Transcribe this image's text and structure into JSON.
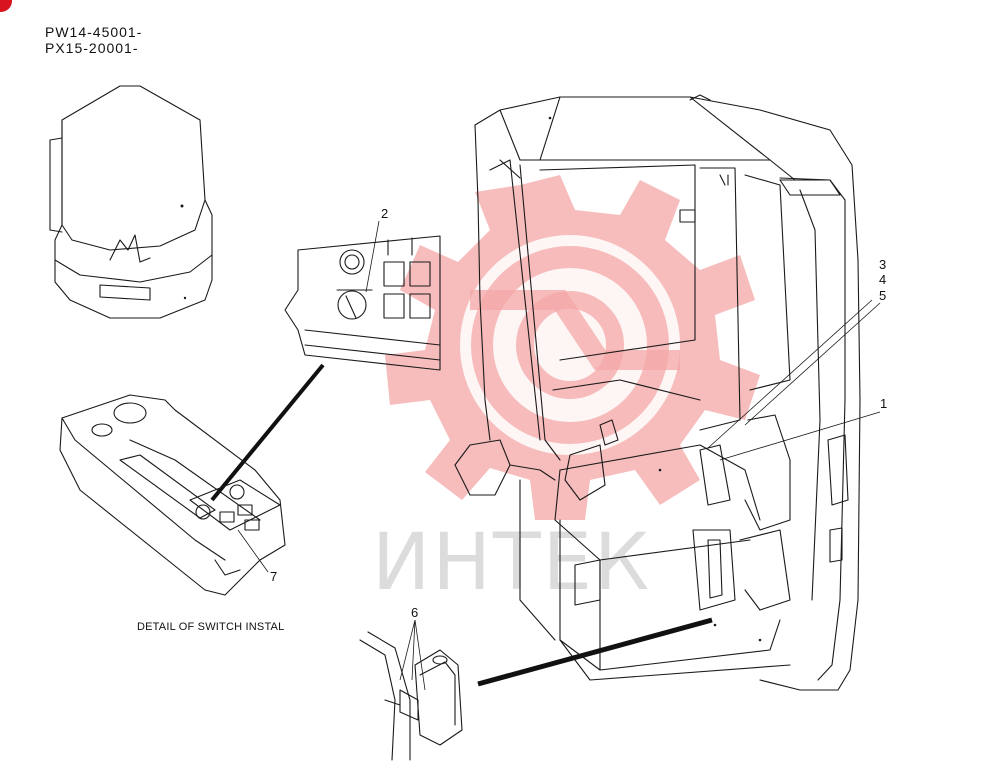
{
  "serial_numbers": [
    "PW14-45001-",
    "PX15-20001-"
  ],
  "callouts": {
    "c1": "1",
    "c2": "2",
    "c3": "3",
    "c4": "4",
    "c5": "5",
    "c6": "6",
    "c7": "7"
  },
  "caption": "DETAIL OF SWITCH INSTAL",
  "watermark": "ИНТЕК",
  "colors": {
    "watermark_red": "#f4a7a7",
    "badge_red": "#d8141f",
    "line": "#1a1a1a"
  }
}
